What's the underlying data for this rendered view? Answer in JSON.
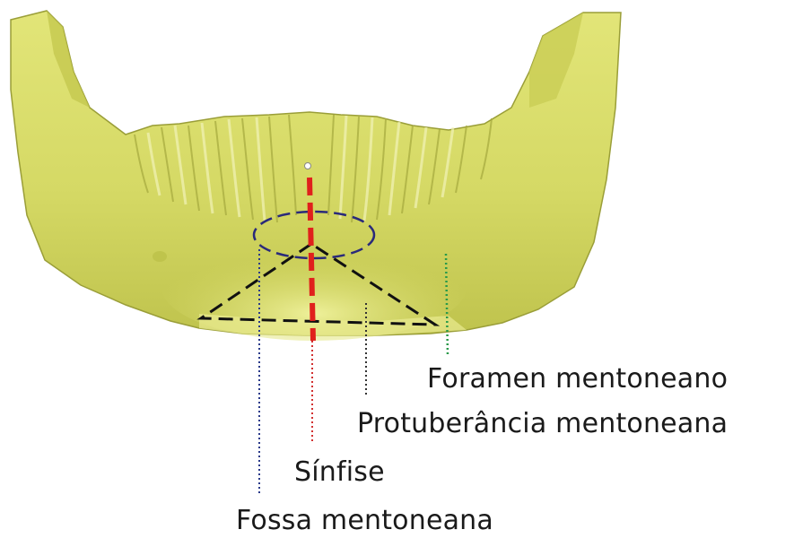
{
  "labels": {
    "foramen": "Foramen mentoneano",
    "protuberancia": "Protuberância mentoneana",
    "sinfise": "Sínfise",
    "fossa": "Fossa mentoneana"
  },
  "colors": {
    "bone_fill": "#d8dc6a",
    "bone_shadow": "#a9ad3f",
    "bone_highlight": "#f3f4b0",
    "sinfise_line": "#e0201c",
    "fossa_ellipse": "#2a2a7a",
    "foramen_marker": "#2a9a4a",
    "triangle": "#111111",
    "leader_fossa": "#2a3a8a",
    "leader_sinfise": "#d23030",
    "leader_protub": "#333333",
    "leader_foramen": "#2a9a4a"
  }
}
